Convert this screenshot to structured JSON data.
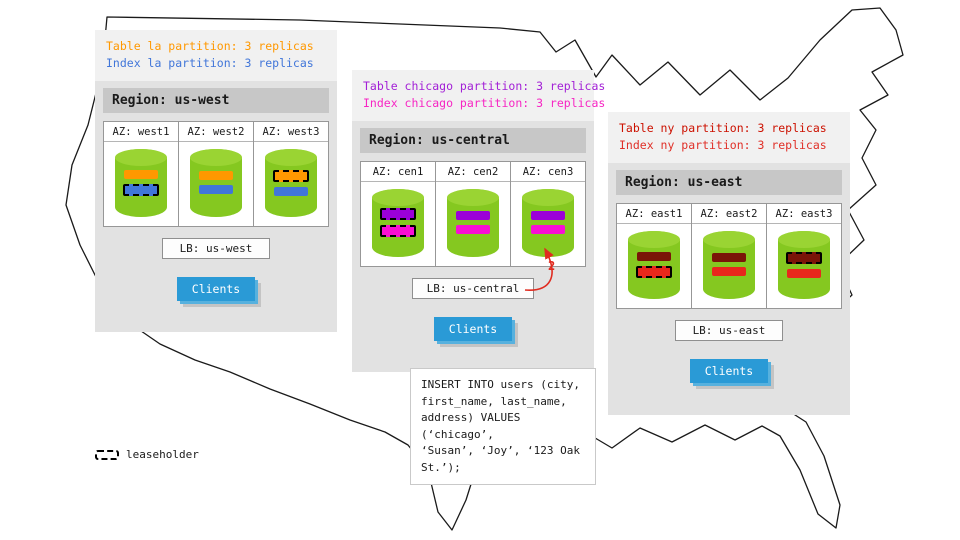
{
  "legend": {
    "label": "leaseholder"
  },
  "clients_label": "Clients",
  "arrow": {
    "label": "2",
    "color": "#e02b20"
  },
  "sql_note": "INSERT INTO users (city,\nfirst_name, last_name,\naddress) VALUES (‘chicago’,\n‘Susan’, ‘Joy’, ‘123 Oak\nSt.’);",
  "regions": {
    "west": {
      "title": "Region: us-west",
      "annotations": [
        {
          "text": "Table la partition: 3 replicas",
          "color": "#ff9800"
        },
        {
          "text": "Index la partition: 3 replicas",
          "color": "#4176d9"
        }
      ],
      "azs": [
        {
          "label": "AZ: west1",
          "bars": [
            {
              "color": "#ff9800",
              "leaseholder": false
            },
            {
              "color": "#4176d9",
              "leaseholder": true
            }
          ]
        },
        {
          "label": "AZ: west2",
          "bars": [
            {
              "color": "#ff9800",
              "leaseholder": false
            },
            {
              "color": "#4176d9",
              "leaseholder": false
            }
          ]
        },
        {
          "label": "AZ: west3",
          "bars": [
            {
              "color": "#ff9800",
              "leaseholder": true
            },
            {
              "color": "#4176d9",
              "leaseholder": false
            }
          ]
        }
      ],
      "lb": "LB: us-west"
    },
    "central": {
      "title": "Region: us-central",
      "annotations": [
        {
          "text": "Table chicago partition: 3 replicas",
          "color": "#a21fd6"
        },
        {
          "text": "Index chicago partition: 3 replicas",
          "color": "#f725c3"
        }
      ],
      "azs": [
        {
          "label": "AZ: cen1",
          "bars": [
            {
              "color": "#9b00d8",
              "leaseholder": true
            },
            {
              "color": "#f80fd4",
              "leaseholder": true
            }
          ]
        },
        {
          "label": "AZ: cen2",
          "bars": [
            {
              "color": "#9b00d8",
              "leaseholder": false
            },
            {
              "color": "#f80fd4",
              "leaseholder": false
            }
          ]
        },
        {
          "label": "AZ: cen3",
          "bars": [
            {
              "color": "#9b00d8",
              "leaseholder": false
            },
            {
              "color": "#f80fd4",
              "leaseholder": false
            }
          ]
        }
      ],
      "lb": "LB: us-central"
    },
    "east": {
      "title": "Region: us-east",
      "annotations": [
        {
          "text": "Table ny partition: 3 replicas",
          "color": "#cc1100"
        },
        {
          "text": "Index ny partition: 3 replicas",
          "color": "#e03028"
        }
      ],
      "azs": [
        {
          "label": "AZ: east1",
          "bars": [
            {
              "color": "#7a1508",
              "leaseholder": false
            },
            {
              "color": "#e8271c",
              "leaseholder": true
            }
          ]
        },
        {
          "label": "AZ: east2",
          "bars": [
            {
              "color": "#7a1508",
              "leaseholder": false
            },
            {
              "color": "#e8271c",
              "leaseholder": false
            }
          ]
        },
        {
          "label": "AZ: east3",
          "bars": [
            {
              "color": "#7a1508",
              "leaseholder": true
            },
            {
              "color": "#e8271c",
              "leaseholder": false
            }
          ]
        }
      ],
      "lb": "LB: us-east"
    }
  }
}
